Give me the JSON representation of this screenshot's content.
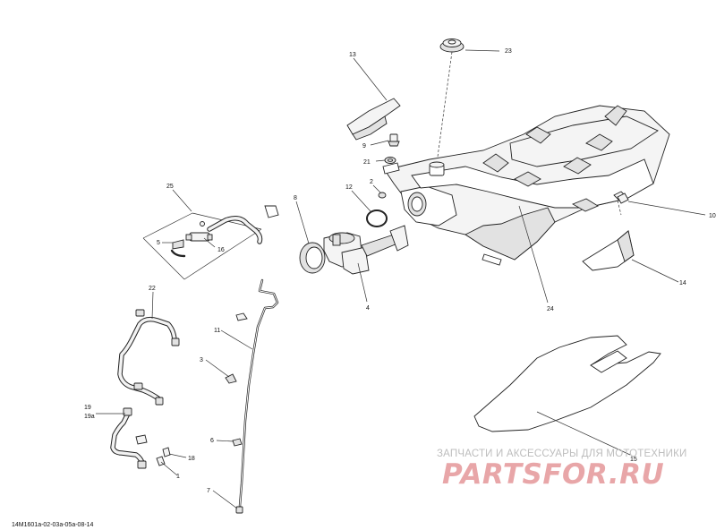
{
  "diagram": {
    "code": "14M1601a-02-03a-05a-08-14",
    "callouts": {
      "c1": "1",
      "c2": "2",
      "c3": "3",
      "c4": "4",
      "c5": "5",
      "c6": "6",
      "c7": "7",
      "c8": "8",
      "c9": "9",
      "c10": "10",
      "c11": "11",
      "c12": "12",
      "c13": "13",
      "c14": "14",
      "c15": "15",
      "c16": "16",
      "c18": "18",
      "c19": "19",
      "c19a": "19a",
      "c21": "21",
      "c22": "22",
      "c23": "23",
      "c24": "24",
      "c25": "25"
    }
  },
  "watermark": {
    "tagline": "ЗАПЧАСТИ И АКСЕССУАРЫ ДЛЯ МОТОТЕХНИКИ",
    "brand": "PARTSFOR.RU"
  },
  "colors": {
    "lines": "#222222",
    "watermark_brand": "#e8a6a8",
    "watermark_tagline": "#bdbdbd"
  }
}
